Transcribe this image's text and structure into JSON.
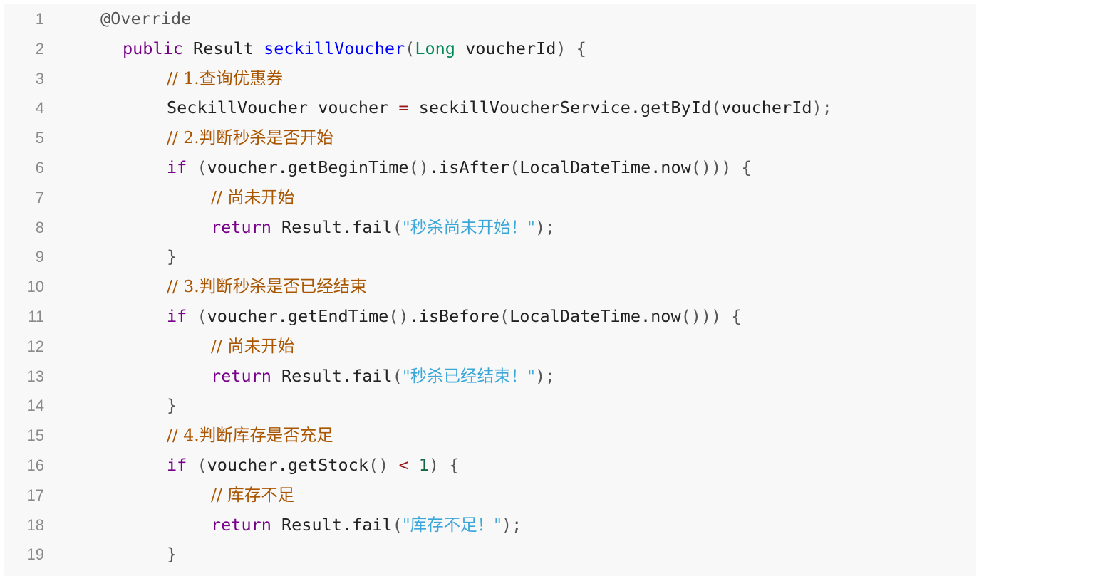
{
  "code": {
    "lines": [
      {
        "no": "1",
        "indent": 0,
        "tokens": [
          {
            "t": "@Override",
            "c": "annotation"
          }
        ]
      },
      {
        "no": "2",
        "indent": 1,
        "tokens": [
          {
            "t": "public",
            "c": "keyword"
          },
          {
            "t": " ",
            "c": "ws"
          },
          {
            "t": "Result",
            "c": "type"
          },
          {
            "t": " ",
            "c": "ws"
          },
          {
            "t": "seckillVoucher",
            "c": "fn"
          },
          {
            "t": "(",
            "c": "punct"
          },
          {
            "t": "Long",
            "c": "builtin"
          },
          {
            "t": " voucherId",
            "c": "plain"
          },
          {
            "t": ")",
            "c": "punct"
          },
          {
            "t": " ",
            "c": "ws"
          },
          {
            "t": "{",
            "c": "punct"
          }
        ]
      },
      {
        "no": "3",
        "indent": 2,
        "tokens": [
          {
            "t": "// 1.查询优惠券",
            "c": "comment"
          }
        ]
      },
      {
        "no": "4",
        "indent": 2,
        "tokens": [
          {
            "t": "SeckillVoucher voucher ",
            "c": "plain"
          },
          {
            "t": "=",
            "c": "op"
          },
          {
            "t": " seckillVoucherService.getById",
            "c": "plain"
          },
          {
            "t": "(",
            "c": "punct"
          },
          {
            "t": "voucherId",
            "c": "plain"
          },
          {
            "t": ");",
            "c": "punct"
          }
        ]
      },
      {
        "no": "5",
        "indent": 2,
        "tokens": [
          {
            "t": "// 2.判断秒杀是否开始",
            "c": "comment"
          }
        ]
      },
      {
        "no": "6",
        "indent": 2,
        "tokens": [
          {
            "t": "if",
            "c": "keyword"
          },
          {
            "t": " ",
            "c": "ws"
          },
          {
            "t": "(",
            "c": "punct"
          },
          {
            "t": "voucher.getBeginTime",
            "c": "plain"
          },
          {
            "t": "()",
            "c": "punct"
          },
          {
            "t": ".isAfter",
            "c": "plain"
          },
          {
            "t": "(",
            "c": "punct"
          },
          {
            "t": "LocalDateTime.now",
            "c": "plain"
          },
          {
            "t": "()))",
            "c": "punct"
          },
          {
            "t": " ",
            "c": "ws"
          },
          {
            "t": "{",
            "c": "punct"
          }
        ]
      },
      {
        "no": "7",
        "indent": 3,
        "tokens": [
          {
            "t": "// 尚未开始",
            "c": "comment"
          }
        ]
      },
      {
        "no": "8",
        "indent": 3,
        "tokens": [
          {
            "t": "return",
            "c": "keyword"
          },
          {
            "t": " Result.fail",
            "c": "plain"
          },
          {
            "t": "(",
            "c": "punct"
          },
          {
            "t": "\"秒杀尚未开始！\"",
            "c": "string"
          },
          {
            "t": ");",
            "c": "punct"
          }
        ]
      },
      {
        "no": "9",
        "indent": 2,
        "tokens": [
          {
            "t": "}",
            "c": "punct"
          }
        ]
      },
      {
        "no": "10",
        "indent": 2,
        "tokens": [
          {
            "t": "// 3.判断秒杀是否已经结束",
            "c": "comment"
          }
        ]
      },
      {
        "no": "11",
        "indent": 2,
        "tokens": [
          {
            "t": "if",
            "c": "keyword"
          },
          {
            "t": " ",
            "c": "ws"
          },
          {
            "t": "(",
            "c": "punct"
          },
          {
            "t": "voucher.getEndTime",
            "c": "plain"
          },
          {
            "t": "()",
            "c": "punct"
          },
          {
            "t": ".isBefore",
            "c": "plain"
          },
          {
            "t": "(",
            "c": "punct"
          },
          {
            "t": "LocalDateTime.now",
            "c": "plain"
          },
          {
            "t": "()))",
            "c": "punct"
          },
          {
            "t": " ",
            "c": "ws"
          },
          {
            "t": "{",
            "c": "punct"
          }
        ]
      },
      {
        "no": "12",
        "indent": 3,
        "tokens": [
          {
            "t": "// 尚未开始",
            "c": "comment"
          }
        ]
      },
      {
        "no": "13",
        "indent": 3,
        "tokens": [
          {
            "t": "return",
            "c": "keyword"
          },
          {
            "t": " Result.fail",
            "c": "plain"
          },
          {
            "t": "(",
            "c": "punct"
          },
          {
            "t": "\"秒杀已经结束！\"",
            "c": "string"
          },
          {
            "t": ");",
            "c": "punct"
          }
        ]
      },
      {
        "no": "14",
        "indent": 2,
        "tokens": [
          {
            "t": "}",
            "c": "punct"
          }
        ]
      },
      {
        "no": "15",
        "indent": 2,
        "tokens": [
          {
            "t": "// 4.判断库存是否充足",
            "c": "comment"
          }
        ]
      },
      {
        "no": "16",
        "indent": 2,
        "tokens": [
          {
            "t": "if",
            "c": "keyword"
          },
          {
            "t": " ",
            "c": "ws"
          },
          {
            "t": "(",
            "c": "punct"
          },
          {
            "t": "voucher.getStock",
            "c": "plain"
          },
          {
            "t": "()",
            "c": "punct"
          },
          {
            "t": " ",
            "c": "ws"
          },
          {
            "t": "<",
            "c": "op"
          },
          {
            "t": " ",
            "c": "ws"
          },
          {
            "t": "1",
            "c": "number"
          },
          {
            "t": ")",
            "c": "punct"
          },
          {
            "t": " ",
            "c": "ws"
          },
          {
            "t": "{",
            "c": "punct"
          }
        ]
      },
      {
        "no": "17",
        "indent": 3,
        "tokens": [
          {
            "t": "// 库存不足",
            "c": "comment"
          }
        ]
      },
      {
        "no": "18",
        "indent": 3,
        "tokens": [
          {
            "t": "return",
            "c": "keyword"
          },
          {
            "t": " Result.fail",
            "c": "plain"
          },
          {
            "t": "(",
            "c": "punct"
          },
          {
            "t": "\"库存不足！\"",
            "c": "string"
          },
          {
            "t": ");",
            "c": "punct"
          }
        ]
      },
      {
        "no": "19",
        "indent": 2,
        "tokens": [
          {
            "t": "}",
            "c": "punct"
          }
        ]
      }
    ]
  }
}
